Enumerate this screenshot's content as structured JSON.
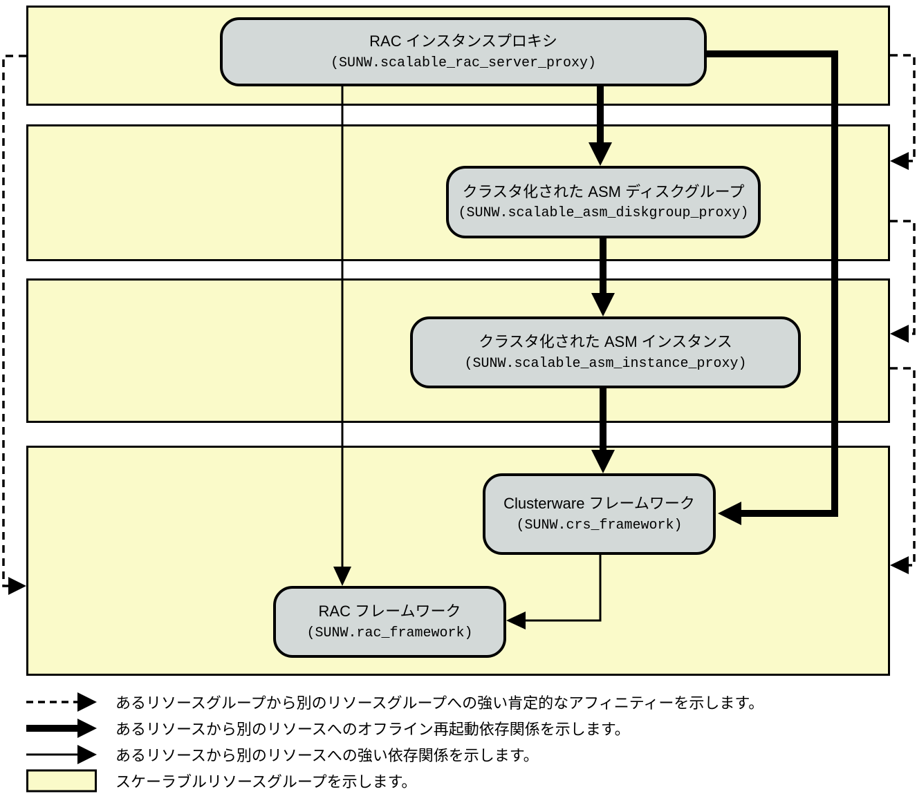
{
  "diagram": {
    "nodes": {
      "rac_proxy": {
        "title": "RAC インスタンスプロキシ",
        "resource": "(SUNW.scalable_rac_server_proxy)"
      },
      "asm_diskgroup": {
        "title": "クラスタ化された ASM ディスクグループ",
        "resource": "(SUNW.scalable_asm_diskgroup_proxy)"
      },
      "asm_instance": {
        "title": "クラスタ化された ASM インスタンス",
        "resource": "(SUNW.scalable_asm_instance_proxy)"
      },
      "crs_framework": {
        "title": "Clusterware フレームワーク",
        "resource": "(SUNW.crs_framework)"
      },
      "rac_framework": {
        "title": "RAC フレームワーク",
        "resource": "(SUNW.rac_framework)"
      }
    },
    "colors": {
      "group_fill": "#FAFAC9",
      "node_fill": "#D3D9D8",
      "line": "#000000"
    }
  },
  "legend": {
    "items": [
      {
        "swatch": "dashed-arrow",
        "label": "あるリソースグループから別のリソースグループへの強い肯定的なアフィニティーを示します。"
      },
      {
        "swatch": "thick-arrow",
        "label": "あるリソースから別のリソースへのオフライン再起動依存関係を示します。"
      },
      {
        "swatch": "thin-arrow",
        "label": "あるリソースから別のリソースへの強い依存関係を示します。"
      },
      {
        "swatch": "scalable-group-box",
        "label": "スケーラブルリソースグループを示します。"
      }
    ]
  }
}
